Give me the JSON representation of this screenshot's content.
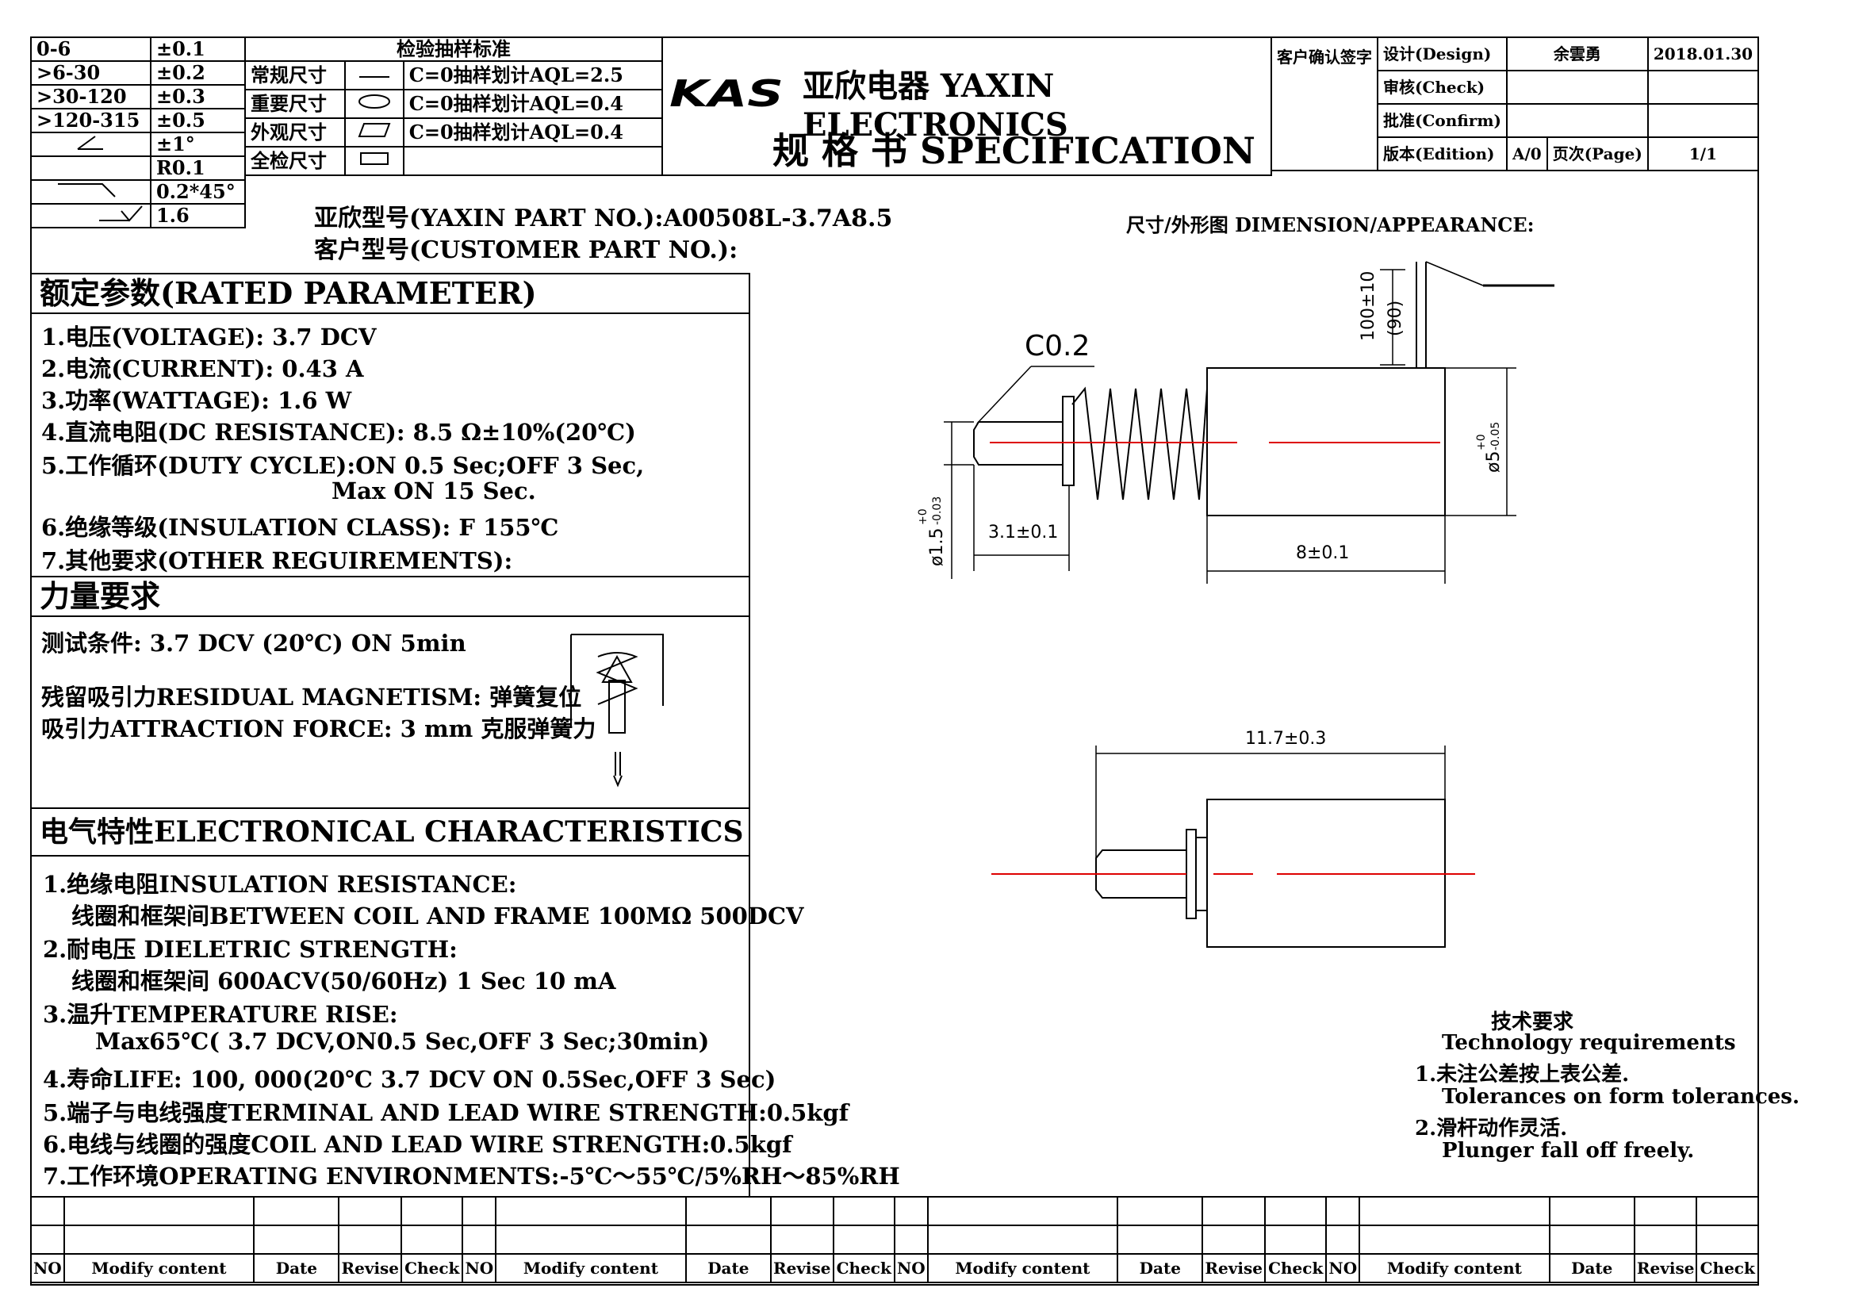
{
  "tolerance": {
    "rows": [
      {
        "range": "0-6",
        "tol": "±0.1"
      },
      {
        "range": ">6-30",
        "tol": "±0.2"
      },
      {
        "range": ">30-120",
        "tol": "±0.3"
      },
      {
        "range": ">120-315",
        "tol": "±0.5"
      },
      {
        "range": "",
        "tol": "±1°"
      },
      {
        "range": "",
        "tol": "R0.1"
      },
      {
        "range": "",
        "tol": "0.2*45°"
      },
      {
        "range": "",
        "tol": "1.6"
      }
    ]
  },
  "inspection": {
    "header": "检验抽样标准",
    "rows": [
      {
        "name": "常规尺寸",
        "rule": "C=0抽样划计AQL=2.5"
      },
      {
        "name": "重要尺寸",
        "rule": "C=0抽样划计AQL=0.4"
      },
      {
        "name": "外观尺寸",
        "rule": "C=0抽样划计AQL=0.4"
      },
      {
        "name": "全检尺寸",
        "rule": ""
      }
    ]
  },
  "title_block": {
    "logo": "KAS",
    "company": "亚欣电器  YAXIN ELECTRONICS",
    "doc_type": "规 格 书  SPECIFICATION",
    "customer_sign": "客户确认签字",
    "design_label": "设计(Design)",
    "designer": "余雲勇",
    "date": "2018.01.30",
    "check_label": "审核(Check)",
    "confirm_label": "批准(Confirm)",
    "edition_label": "版本(Edition)",
    "edition": "A/0",
    "page_label": "页次(Page)",
    "page": "1/1"
  },
  "part": {
    "yaxin_part": "亚欣型号(YAXIN PART  NO.):A00508L-3.7A8.5",
    "customer_part": "客户型号(CUSTOMER PART NO.):"
  },
  "rated": {
    "title": "额定参数(RATED PARAMETER)",
    "lines": [
      "1.电压(VOLTAGE): 3.7 DCV",
      "2.电流(CURRENT): 0.43 A",
      "3.功率(WATTAGE): 1.6 W",
      "4.直流电阻(DC RESISTANCE): 8.5 Ω±10%(20℃)",
      "5.工作循环(DUTY CYCLE):ON 0.5 Sec;OFF 3 Sec,",
      "Max ON 15 Sec.",
      "6.绝缘等级(INSULATION CLASS):  F 155℃",
      "7.其他要求(OTHER REGUIREMENTS):"
    ]
  },
  "force": {
    "title": "力量要求",
    "condition": "测试条件: 3.7 DCV (20℃) ON 5min",
    "residual": "残留吸引力RESIDUAL MAGNETISM: 弹簧复位",
    "attraction": "吸引力ATTRACTION FORCE:  3 mm  克服弹簧力"
  },
  "electrical": {
    "title": "电气特性ELECTRONICAL CHARACTERISTICS",
    "lines": [
      "1.绝缘电阻INSULATION RESISTANCE:",
      "线圈和框架间BETWEEN COIL AND FRAME 100MΩ  500DCV",
      "2.耐电压 DIELETRIC STRENGTH:",
      "线圈和框架间  600ACV(50/60Hz) 1 Sec   10 mA",
      "3.温升TEMPERATURE RISE:",
      "Max65℃( 3.7 DCV,ON0.5 Sec,OFF 3 Sec;30min)",
      "4.寿命LIFE: 100, 000(20℃ 3.7 DCV ON 0.5Sec,OFF 3 Sec)",
      "5.端子与电线强度TERMINAL AND LEAD WIRE STRENGTH:0.5kgf",
      "6.电线与线圈的强度COIL AND LEAD WIRE STRENGTH:0.5kgf",
      "7.工作环境OPERATING ENVIRONMENTS:-5℃～55℃/5%RH～85%RH"
    ]
  },
  "drawing": {
    "heading": "尺寸/外形图 DIMENSION/APPEARANCE:",
    "chamfer": "C0.2",
    "lead_len": "100±10",
    "lead_ref": "(90)",
    "shaft_len": "3.1±0.1",
    "body_len": "8±0.1",
    "body_dia": "ø5",
    "body_dia_tol_up": "+0",
    "body_dia_tol_lo": "-0.05",
    "shaft_dia": "ø1.5",
    "shaft_dia_tol_up": "+0",
    "shaft_dia_tol_lo": "-0.03",
    "total_len": "11.7±0.3"
  },
  "tech_req": {
    "title": "技术要求",
    "subtitle": "Technology  requirements",
    "l1": "1.未注公差按上表公差.",
    "l1en": "Tolerances on form tolerances.",
    "l2": "2.滑杆动作灵活.",
    "l2en": "Plunger fall off freely."
  },
  "revision": {
    "headers": [
      "NO",
      "Modify content",
      "Date",
      "Revise",
      "Check",
      "NO",
      "Modify content",
      "Date",
      "Revise",
      "Check",
      "NO",
      "Modify content",
      "Date",
      "Revise",
      "Check",
      "NO",
      "Modify content",
      "Date",
      "Revise",
      "Check"
    ]
  }
}
